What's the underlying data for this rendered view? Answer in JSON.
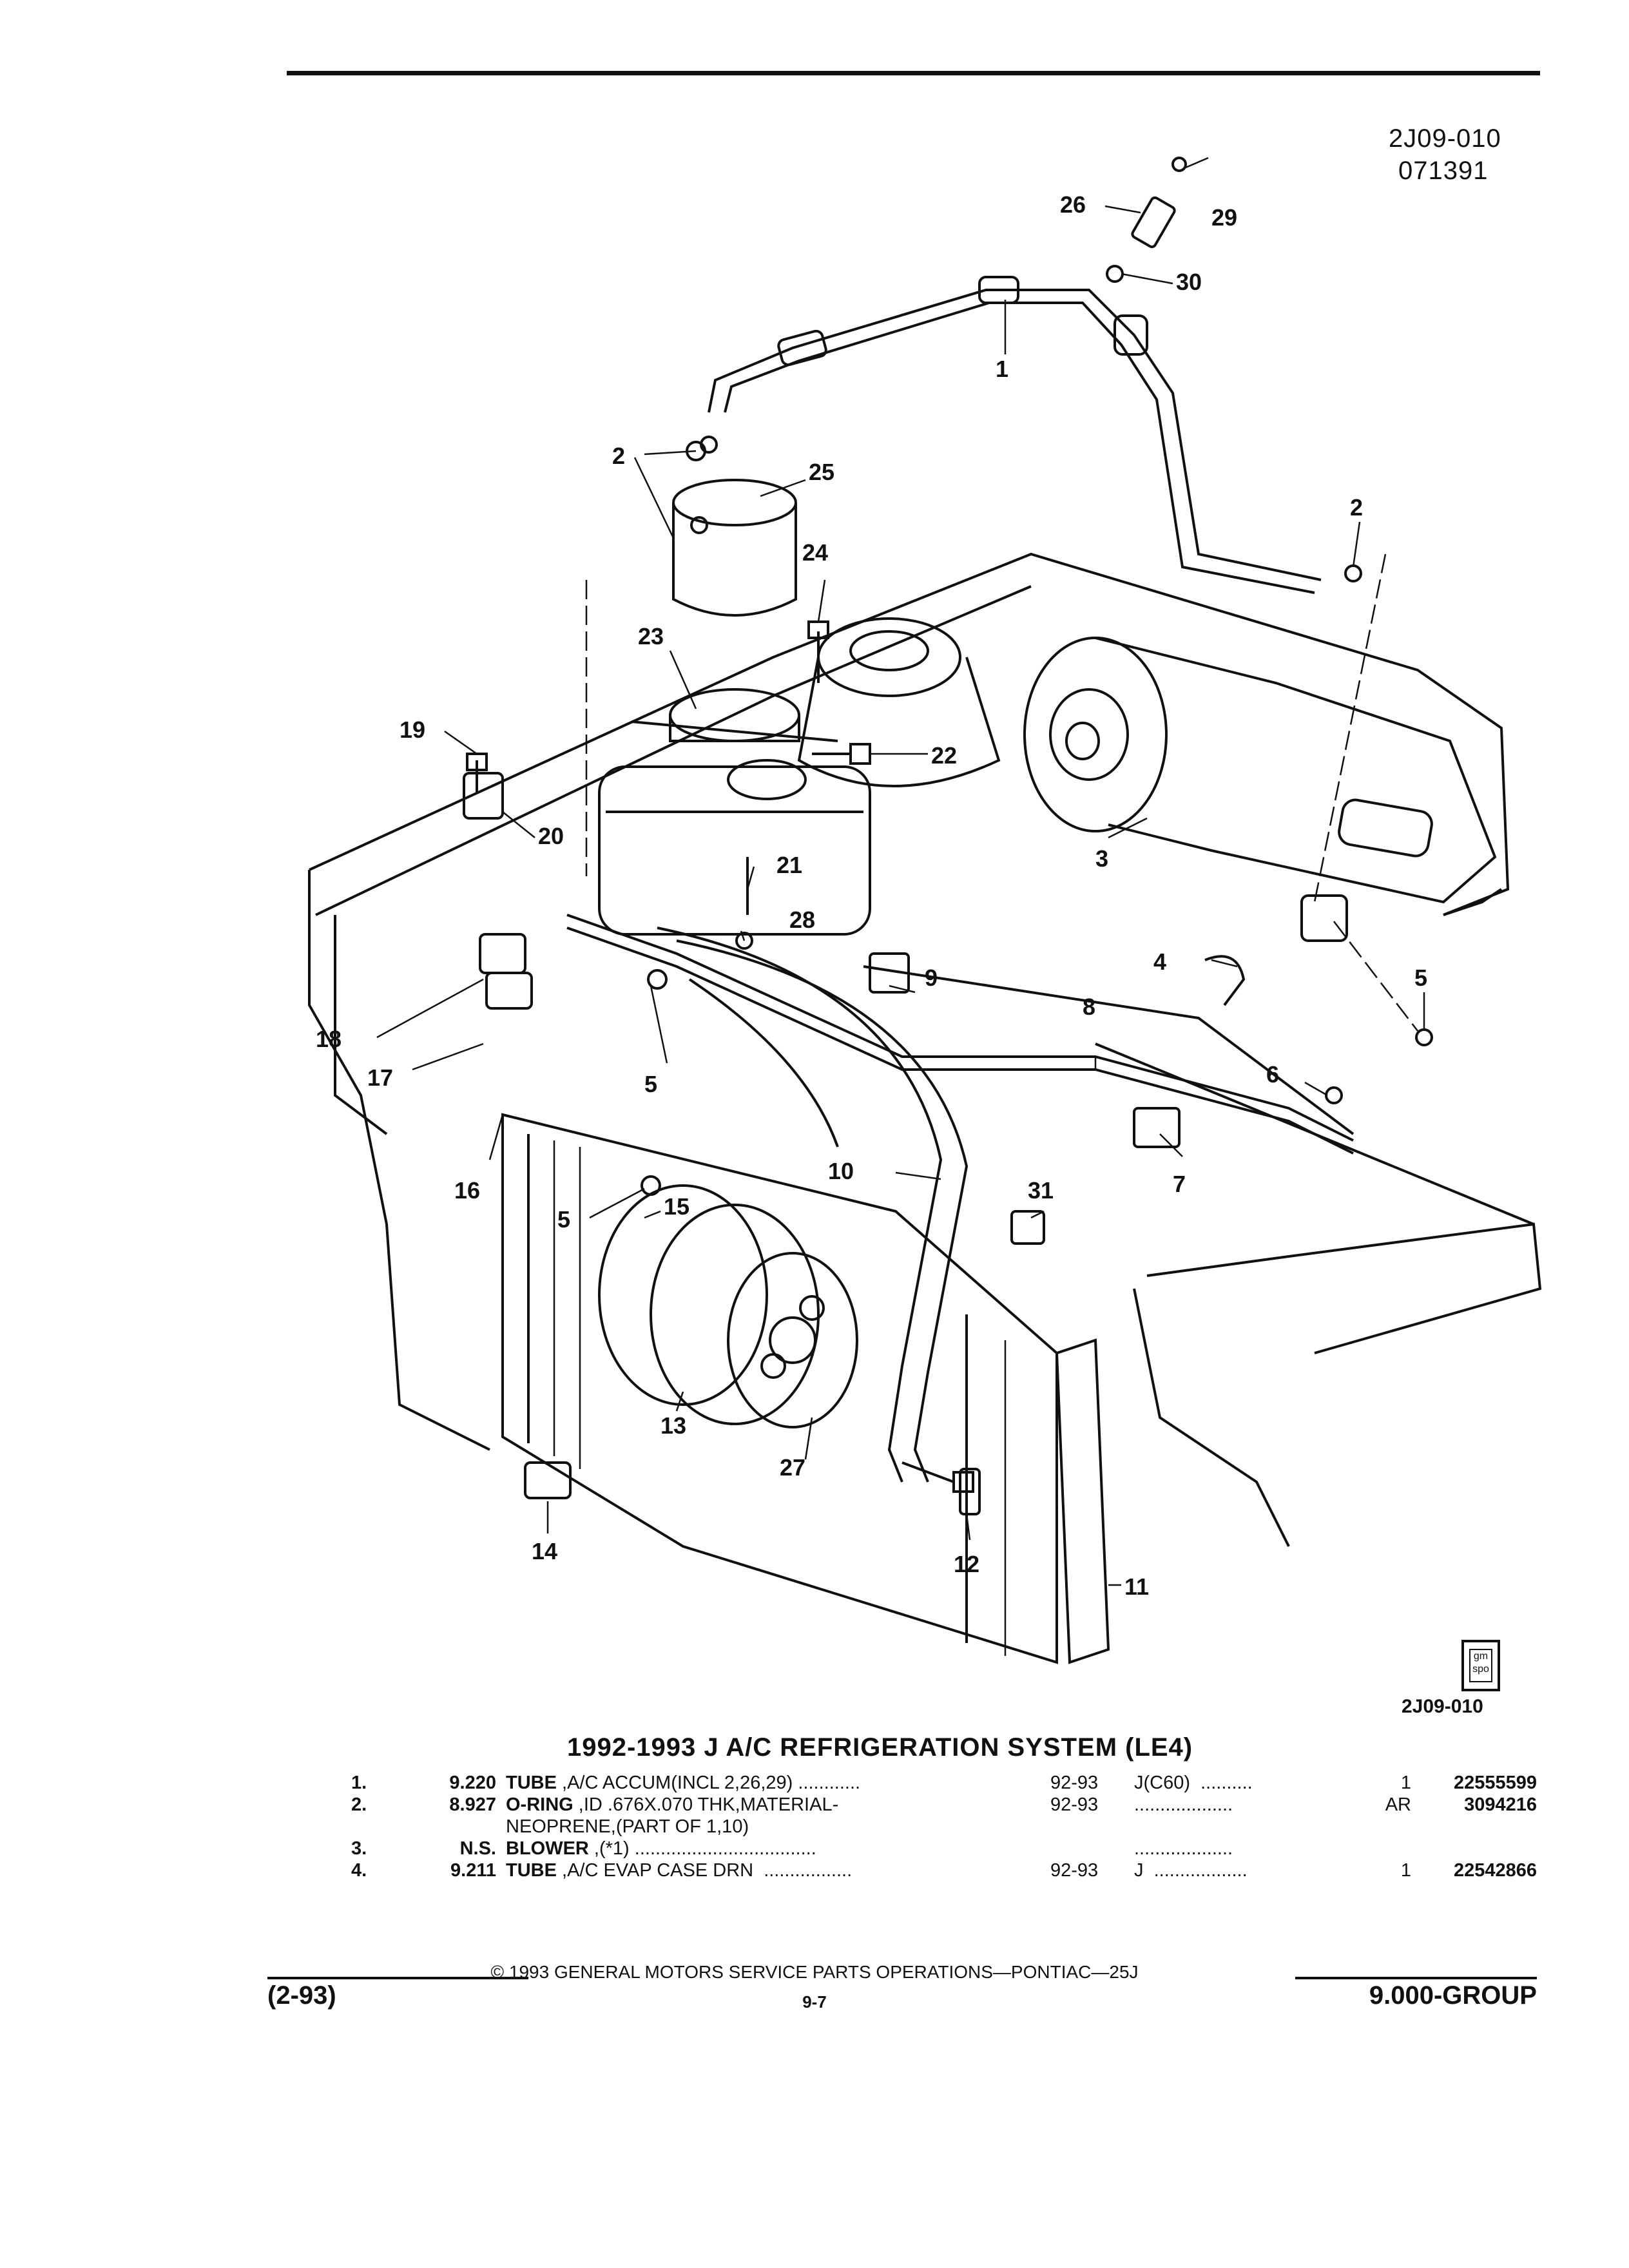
{
  "header": {
    "figure_code": "2J09-010",
    "date_code": "071391"
  },
  "diagram": {
    "callouts": [
      "1",
      "2",
      "2",
      "3",
      "4",
      "5",
      "5",
      "5",
      "6",
      "7",
      "8",
      "9",
      "10",
      "11",
      "12",
      "13",
      "14",
      "15",
      "16",
      "17",
      "18",
      "19",
      "20",
      "21",
      "22",
      "23",
      "24",
      "25",
      "26",
      "27",
      "28",
      "29",
      "30",
      "31"
    ],
    "figure_code_bottom": "2J09-010",
    "logo_text": "gm spo"
  },
  "title": "1992-1993 J A/C REFRIGERATION SYSTEM (LE4)",
  "parts": [
    {
      "num": "1.",
      "page": "9.220",
      "name": "TUBE",
      "desc": " ,A/C ACCUM(INCL 2,26,29) ............",
      "years": "92-93",
      "app": "J(C60)  ..........",
      "qty": "1",
      "pn": "22555599"
    },
    {
      "num": "2.",
      "page": "8.927",
      "name": "O-RING",
      "desc": " ,ID .676X.070 THK,MATERIAL-",
      "years": "92-93",
      "app": "...................",
      "qty": "AR",
      "pn": "3094216"
    },
    {
      "num": "",
      "page": "",
      "name": "",
      "desc": "NEOPRENE,(PART OF 1,10)",
      "years": "",
      "app": "",
      "qty": "",
      "pn": ""
    },
    {
      "num": "3.",
      "page": "N.S.",
      "name": "BLOWER",
      "desc": " ,(*1) ...................................",
      "years": "",
      "app": "...................",
      "qty": "",
      "pn": ""
    },
    {
      "num": "4.",
      "page": "9.211",
      "name": "TUBE",
      "desc": " ,A/C EVAP CASE DRN  .................",
      "years": "92-93",
      "app": "J  ..................",
      "qty": "1",
      "pn": "22542866"
    }
  ],
  "footer": {
    "copyright": "© 1993 GENERAL MOTORS SERVICE PARTS OPERATIONS—PONTIAC—25J",
    "issue_date": "(2-93)",
    "page": "9-7",
    "group": "9.000-GROUP"
  }
}
